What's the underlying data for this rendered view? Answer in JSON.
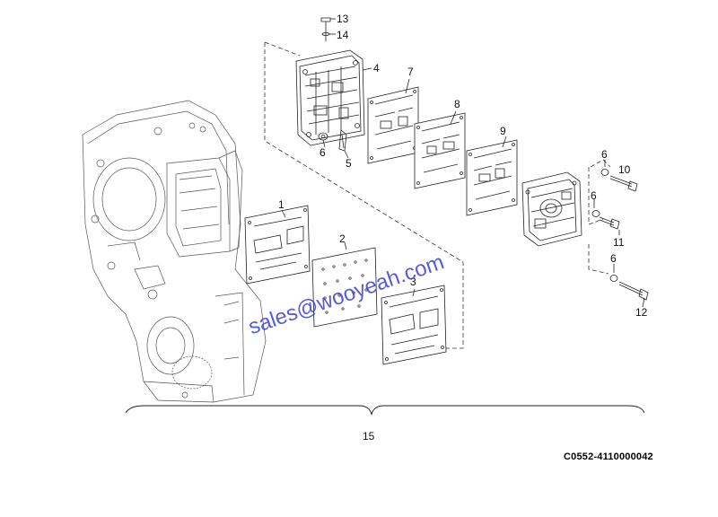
{
  "diagram": {
    "callouts": {
      "c1": "1",
      "c2": "2",
      "c3": "3",
      "c4": "4",
      "c5": "5",
      "c6a": "6",
      "c6b": "6",
      "c6c": "6",
      "c6d": "6",
      "c7": "7",
      "c8": "8",
      "c9": "9",
      "c10": "10",
      "c11": "11",
      "c12": "12",
      "c13": "13",
      "c14": "14",
      "c15": "15"
    },
    "drawing_code": "C0552-4110000042",
    "watermark": "sales@wooyeah.com"
  },
  "colors": {
    "line": "#222222",
    "watermark": "#3a3fd8",
    "background": "#ffffff"
  }
}
